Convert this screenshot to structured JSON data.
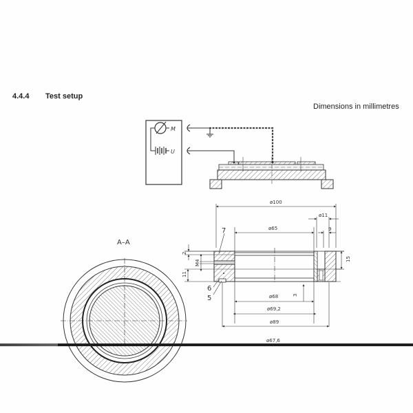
{
  "section": {
    "number": "4.4.4",
    "title": "Test setup"
  },
  "note": "Dimensions in millimetres",
  "circuit": {
    "meter_label": "M",
    "source_label": "U",
    "icons": [
      "meter-icon",
      "battery-icon",
      "ground-icon",
      "connector-icon"
    ]
  },
  "section_view": {
    "label": "A–A"
  },
  "part_numbers": [
    "7",
    "6",
    "5"
  ],
  "dimensions": {
    "d100": "ø100",
    "d11": "ø11",
    "d65": "ø65",
    "w9": "9",
    "h2": "2",
    "m4": "M4",
    "h11": "11",
    "h15": "15",
    "h3": "3",
    "d68": "ø68",
    "d69_2": "ø69,2",
    "d89": "ø89",
    "d67_6": "ø67,6"
  },
  "colors": {
    "line": "#333333",
    "hatch": "#555555",
    "bar": "#1e1e1e"
  }
}
